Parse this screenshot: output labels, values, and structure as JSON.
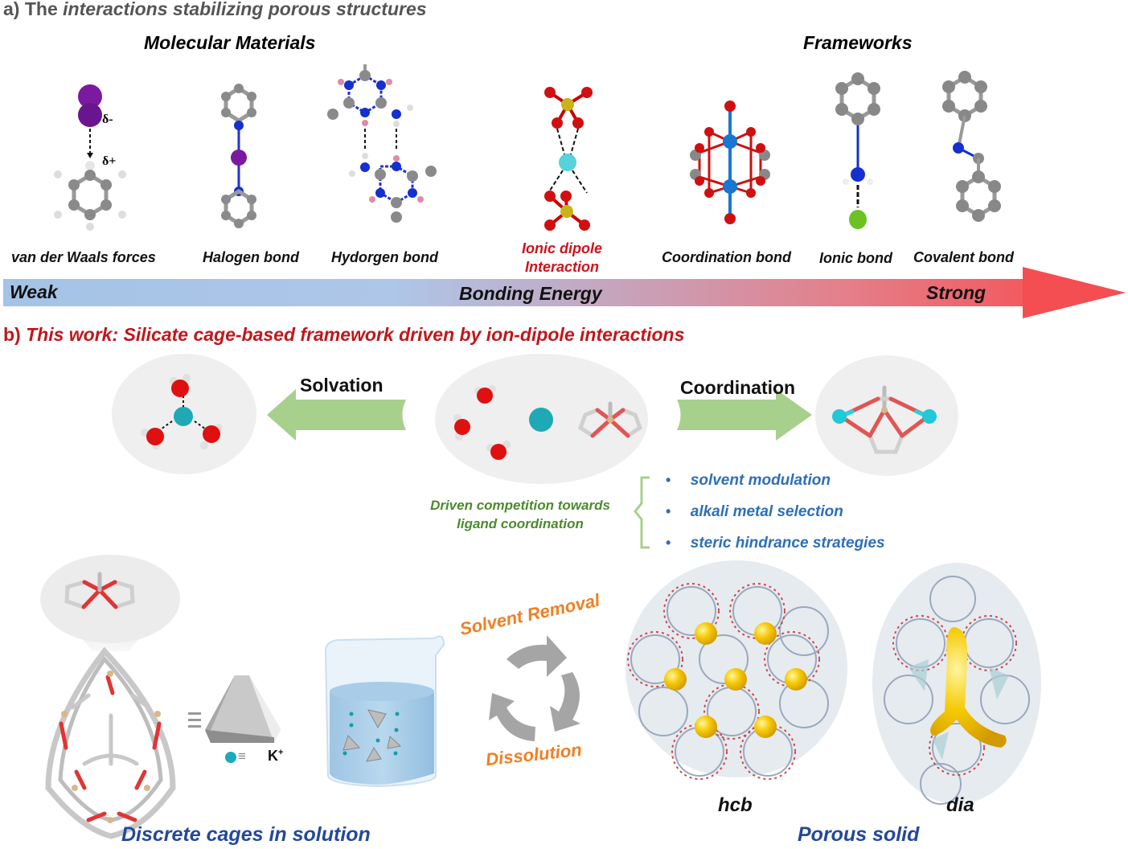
{
  "panel_a": {
    "label": "a)",
    "title_prefix": "The",
    "title_italic": "interactions stabilizing porous structures",
    "group_left": "Molecular Materials",
    "group_right": "Frameworks",
    "bonds": [
      {
        "label": "van der Waals forces",
        "molecule": "iodine-benzene-icon"
      },
      {
        "label": "Halogen bond",
        "molecule": "pyridine-iodine-pyridine-icon"
      },
      {
        "label": "Hydorgen bond",
        "molecule": "triazine-dimer-icon"
      },
      {
        "label_line1": "Ionic dipole",
        "label_line2": "Interaction",
        "molecule": "sulfate-cation-icon",
        "highlight_color": "#d0121b"
      },
      {
        "label": "Coordination bond",
        "molecule": "paddlewheel-icon"
      },
      {
        "label": "Ionic bond",
        "molecule": "anilinium-chloride-icon"
      },
      {
        "label": "Covalent bond",
        "molecule": "imine-icon"
      }
    ],
    "delta_minus": "δ-",
    "delta_plus": "δ+",
    "energy_axis": {
      "weak": "Weak",
      "middle": "Bonding Energy",
      "strong": "Strong"
    }
  },
  "panel_b": {
    "label": "b)",
    "title": "This work: Silicate cage-based framework driven by ion-dipole interactions",
    "left_arrow_label": "Solvation",
    "right_arrow_label": "Coordination",
    "driven_text_line1": "Driven competition towards",
    "driven_text_line2": "ligand coordination",
    "strategies": [
      "solvent modulation",
      "alkali metal selection",
      "steric hindrance strategies"
    ],
    "bullet": "•",
    "equiv_symbol": "≡",
    "k_label": "K",
    "k_sup": "+",
    "cycle_top": "Solvent Removal",
    "cycle_bottom": "Dissolution",
    "topology_1": "hcb",
    "topology_2": "dia",
    "caption_left": "Discrete cages in solution",
    "caption_right": "Porous solid"
  },
  "colors": {
    "oxygen": "#e01010",
    "hydrogen": "#f2f2f2",
    "potassium": "#21b5c4",
    "nitrogen": "#1530d0",
    "iodine": "#7a1aa0",
    "carbon": "#8f8f8f",
    "sulfur": "#c8b416",
    "copper": "#1877d0",
    "chlorine": "#6cc224",
    "silicon": "#d8b88a",
    "green_arrow": "#a8d08d",
    "pore_yellow": "#f2c200"
  }
}
